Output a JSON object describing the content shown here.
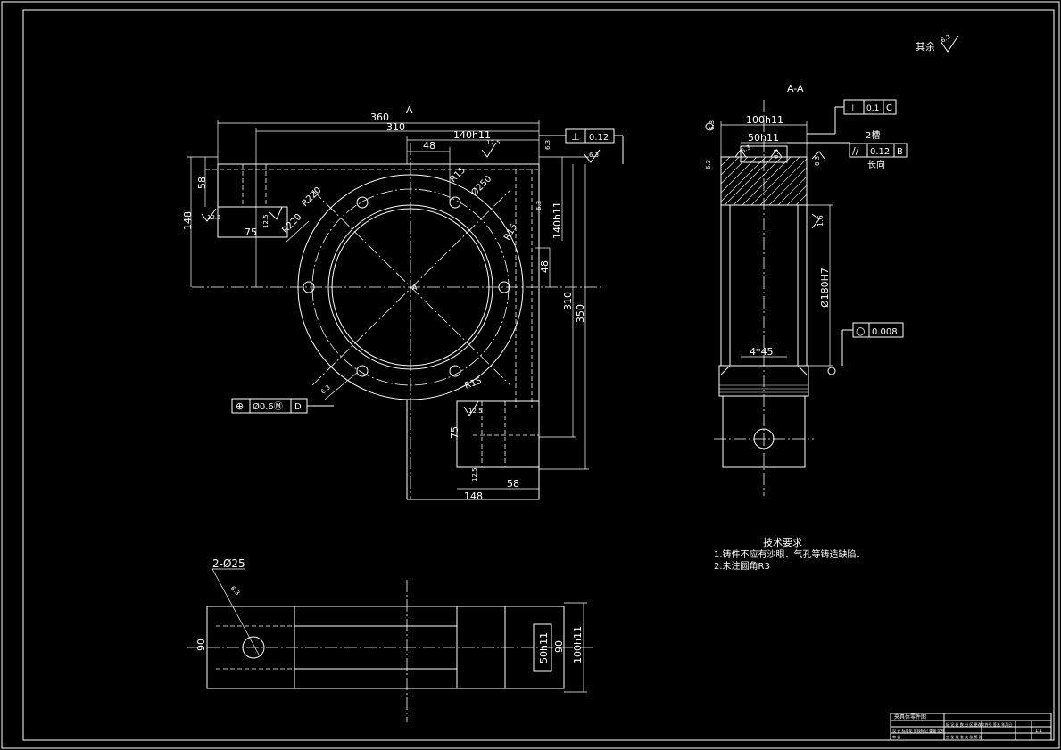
{
  "drawing": {
    "corner_note": "其余",
    "corner_roughness": "6.3",
    "front_view": {
      "section_label": "A",
      "center_label": "A",
      "dims": {
        "d360": "360",
        "d310": "310",
        "d140h11": "140h11",
        "d48": "48",
        "d58": "58",
        "d148": "148",
        "d75": "75",
        "r15a": "R15",
        "r15b": "R15",
        "r15c": "R15",
        "phi250": "Ø250",
        "r220": "R220",
        "r220b": "R220",
        "v140h11": "140h11",
        "v48": "48",
        "v310": "310",
        "v350": "350",
        "b75": "75",
        "b58": "58",
        "b148": "148"
      },
      "roughness": {
        "r1": "12.5",
        "r2": "12.5",
        "r3": "12.5",
        "r4": "6.3",
        "r5": "6.3",
        "r6": "6.3",
        "r7": "12.5",
        "r8": "12.5",
        "r9": "6.3"
      },
      "tol_frame": {
        "symbol": "⊥",
        "value": "0.12"
      },
      "pos_frame": {
        "symbol": "⊕",
        "value": "Ø0.6Ⓜ",
        "datum": "D"
      }
    },
    "section_view": {
      "title": "A-A",
      "d100h11": "100h11",
      "d50h11": "50h11",
      "phi180": "Ø180H7",
      "chamfer": "4*45",
      "r16": "1.6",
      "marks": {
        "m1": "6.3",
        "m2": "6.3",
        "m3": "6.3",
        "m4": "6.3",
        "m5": "6.3"
      },
      "perp_frame": {
        "symbol": "⊥",
        "value": "0.1",
        "datum": "C"
      },
      "par_frame": {
        "symbol": "//",
        "value": "0.12",
        "datum": "B"
      },
      "par_note_top": "2槽",
      "par_note_bottom": "长向",
      "circ_frame": {
        "symbol": "○",
        "value": "0.008"
      }
    },
    "bottom_view": {
      "holes": "2-Ø25",
      "rough": "6.3",
      "d90_left": "90",
      "d50h11": "50h11",
      "d90_right": "90",
      "d100h11": "100h11"
    },
    "tech_req": {
      "title": "技术要求",
      "line1": "1.铸件不应有沙眼、气孔等铸造缺陷。",
      "line2": "2.未注圆角R3"
    },
    "title_block": {
      "name": "夹具体零件图",
      "r1": "标 记 处 数  分 区 更改文件号 签名 年月日",
      "r2": "设 计   标准化   阶段标记 重量 比例",
      "r3": "审 核",
      "r4": "工 艺   批 准   共 张 第 张",
      "scale": "1:1"
    }
  }
}
